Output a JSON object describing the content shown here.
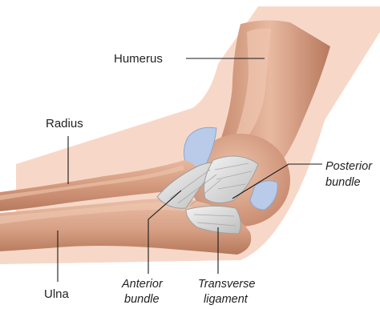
{
  "labels": {
    "humerus": "Humerus",
    "radius": "Radius",
    "ulna": "Ulna",
    "posterior_line1": "Posterior",
    "posterior_line2": "bundle",
    "anterior_line1": "Anterior",
    "anterior_line2": "bundle",
    "transverse_line1": "Transverse",
    "transverse_line2": "ligament"
  },
  "colors": {
    "skin": "#f6d6c6",
    "bone": "#d9a88e",
    "bone_shadow": "#b97b60",
    "cartilage": "#b7c9e6",
    "ligament": "#e6e6e6"
  }
}
